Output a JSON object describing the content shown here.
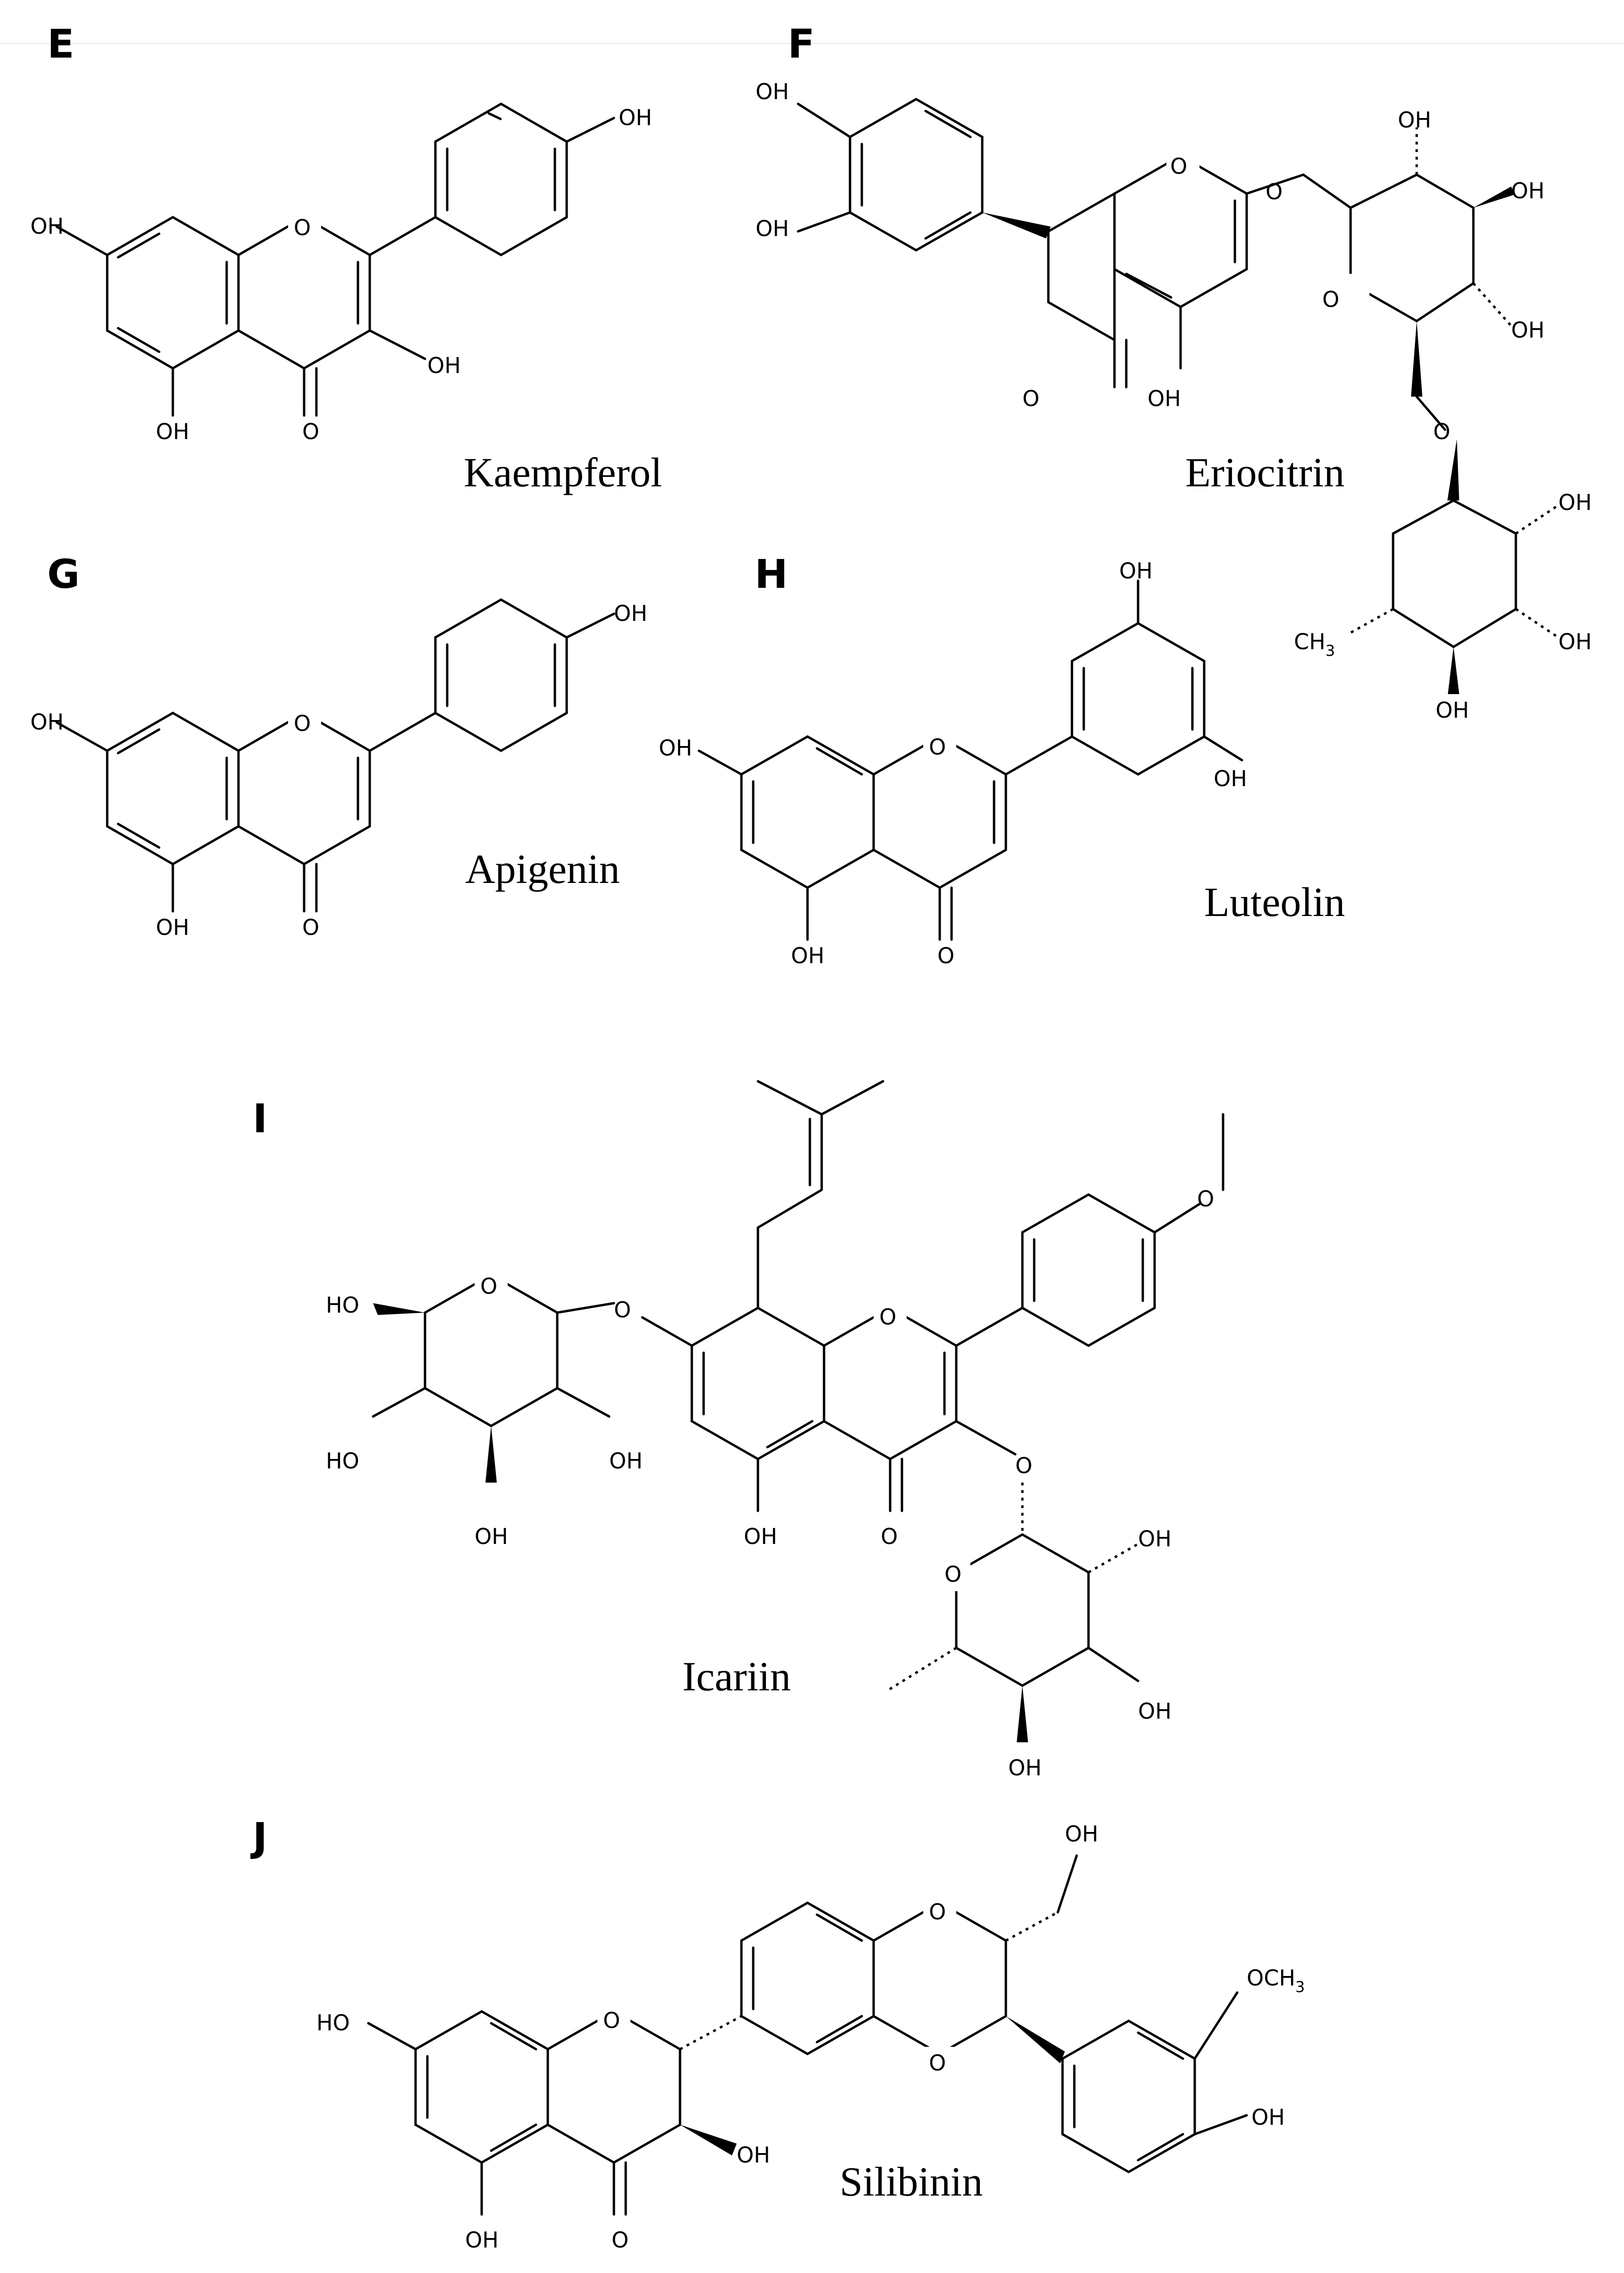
{
  "panels": [
    {
      "id": "E",
      "letter": "E",
      "compound": "Kaempferol"
    },
    {
      "id": "F",
      "letter": "F",
      "compound": "Eriocitrin"
    },
    {
      "id": "G",
      "letter": "G",
      "compound": "Apigenin"
    },
    {
      "id": "H",
      "letter": "H",
      "compound": "Luteolin"
    },
    {
      "id": "I",
      "letter": "I",
      "compound": "Icariin"
    },
    {
      "id": "J",
      "letter": "J",
      "compound": "Silibinin"
    }
  ],
  "atom_labels": {
    "oh": "OH",
    "ho": "HO",
    "o": "O",
    "ch3": "CH",
    "ch3_sub": "3",
    "och3": "OCH",
    "och3_sub": "3"
  },
  "colors": {
    "ink": "#000000",
    "background": "#ffffff"
  }
}
